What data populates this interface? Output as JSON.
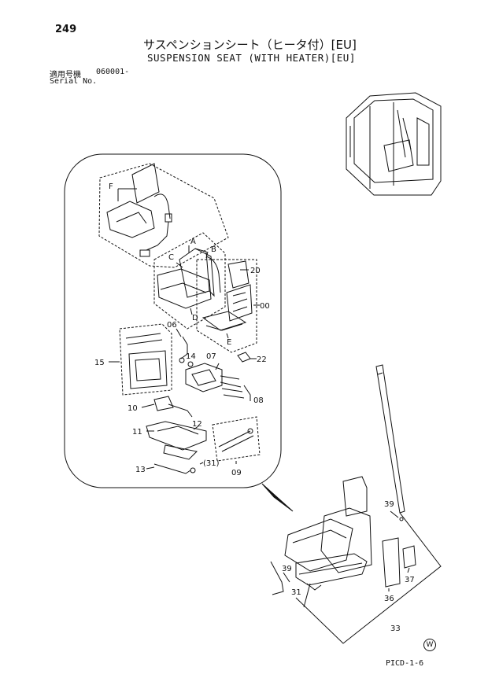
{
  "header": {
    "page_number": "249",
    "title_jp": "サスペンションシート（ヒータ付）[EU]",
    "title_en": "SUSPENSION SEAT (WITH HEATER)[EU]",
    "serial_label_jp": "適用号機",
    "serial_value": "060001-",
    "serial_label_en": "Serial No."
  },
  "callouts": {
    "A": "A",
    "B": "B",
    "C": "C",
    "D": "D",
    "E": "E",
    "F": "F",
    "p20": "20",
    "p00": "00",
    "p06": "06",
    "p14": "14",
    "p07": "07",
    "p22": "22",
    "p15": "15",
    "p08": "08",
    "p10": "10",
    "p12": "12",
    "p11": "11",
    "p31p": "(31)",
    "p13": "13",
    "p09": "09",
    "p39a": "39",
    "p39b": "39",
    "p37": "37",
    "p31": "31",
    "p36": "36",
    "p33": "33"
  },
  "footer": {
    "watermark": "W",
    "code": "PICD-1-6"
  }
}
